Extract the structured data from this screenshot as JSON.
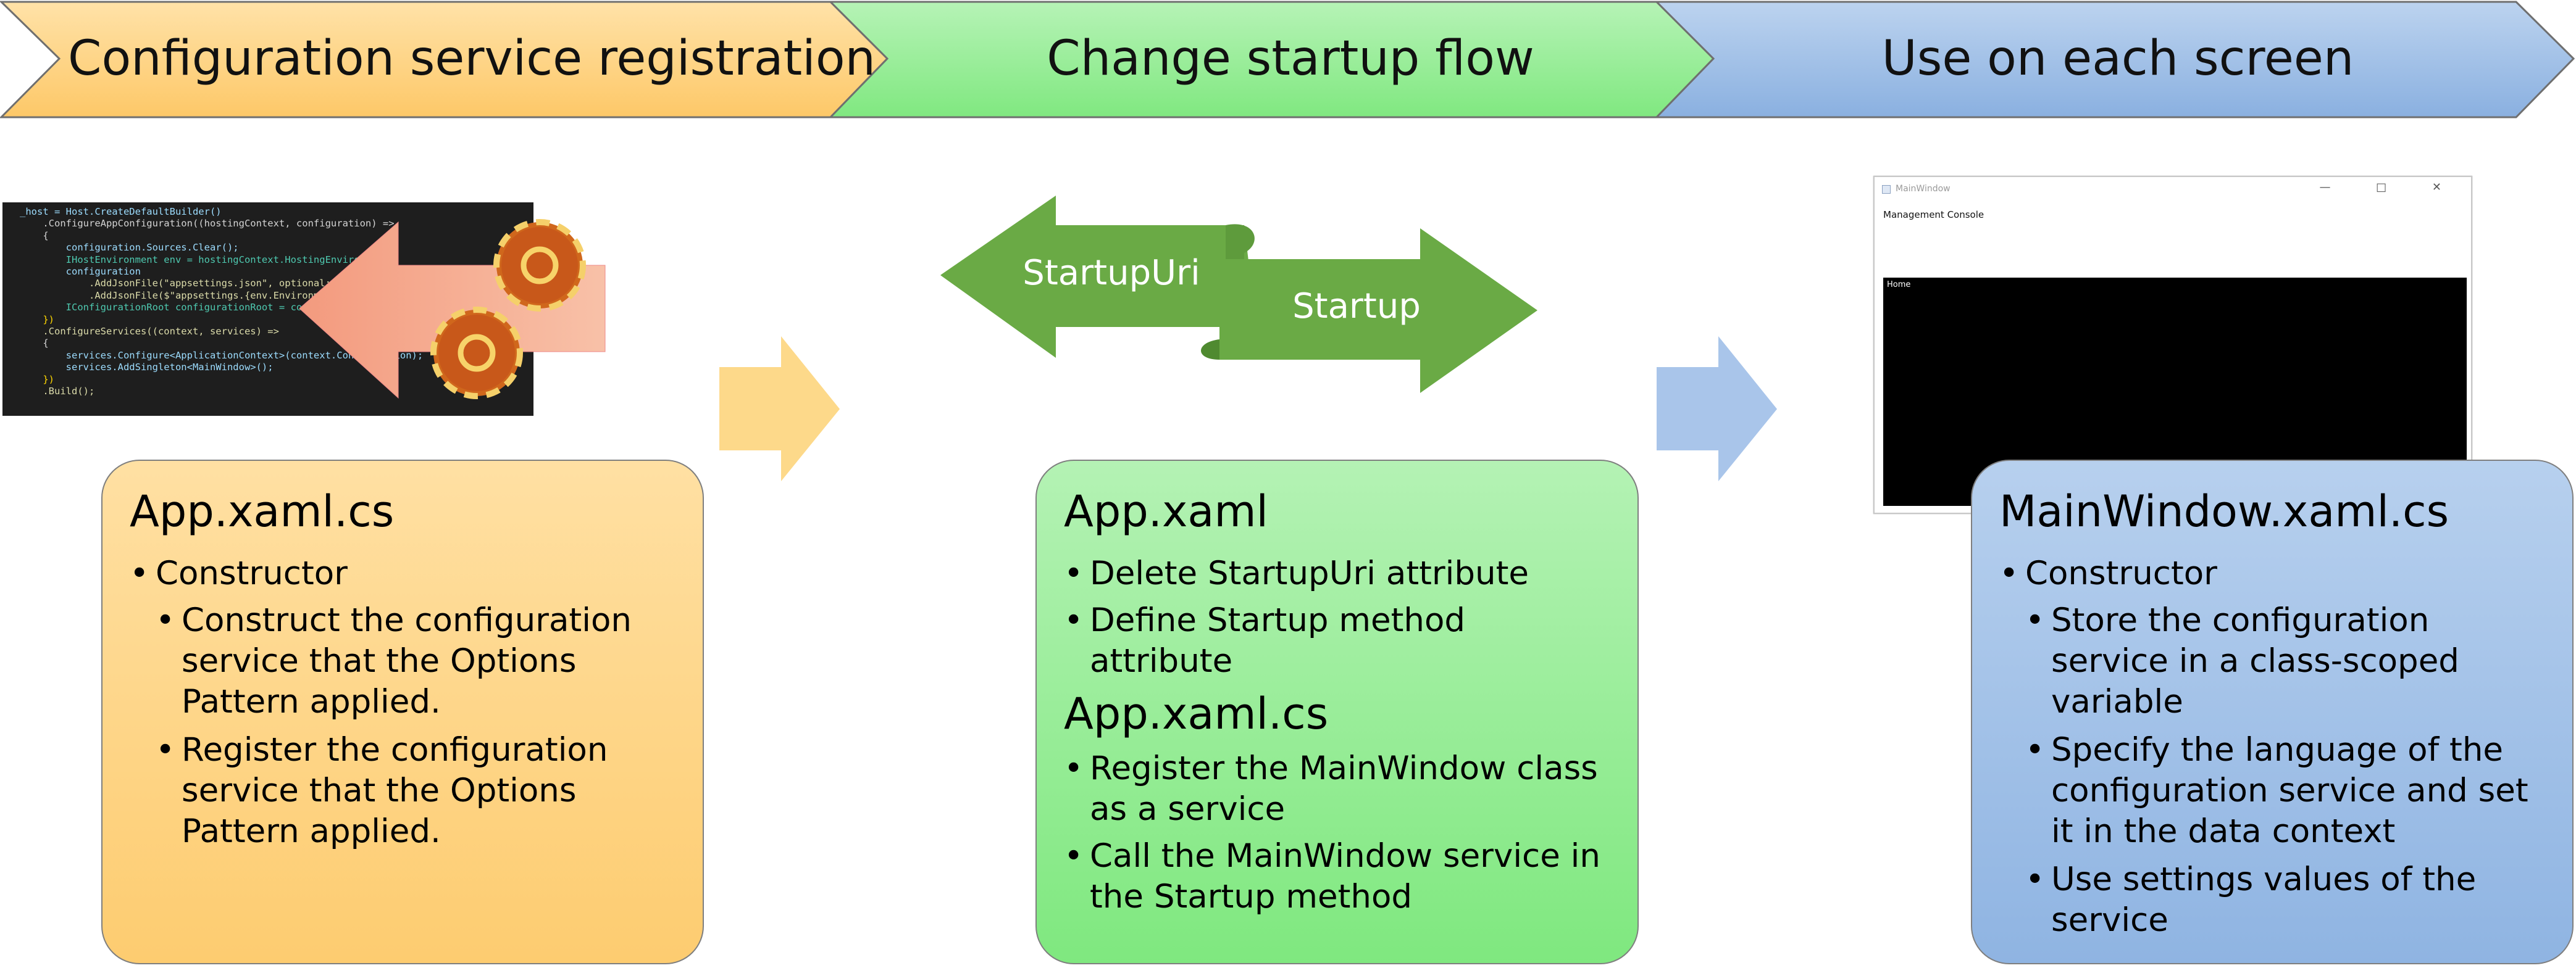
{
  "stages": [
    {
      "title": "Configuration service registration",
      "color": "#fdcd76"
    },
    {
      "title": "Change startup flow",
      "color": "#8eed8e"
    },
    {
      "title": "Use on each screen",
      "color": "#9dbde6"
    }
  ],
  "code_screenshot": {
    "lines": [
      "_host = Host.CreateDefaultBuilder()",
      "    .ConfigureAppConfiguration((hostingContext, configuration) =>",
      "    {",
      "        configuration.Sources.Clear();",
      "        IHostEnvironment env = hostingContext.HostingEnvironment;",
      "        configuration",
      "            .AddJsonFile(\"appsettings.json\", optional: true)",
      "            .AddJsonFile($\"appsettings.{env.EnvironmentName}.json\")",
      "        IConfigurationRoot configurationRoot = configuration.Build();",
      "    })",
      "    .ConfigureServices((context, services) =>",
      "    {",
      "        services.Configure<ApplicationContext>(context.Configuration);",
      "        services.AddSingleton<MainWindow>();",
      "    })",
      "    .Build();"
    ]
  },
  "startup_graphic": {
    "left_arrow_label": "StartupUri",
    "right_arrow_label": "Startup"
  },
  "window_screenshot": {
    "title": "MainWindow",
    "label": "Management Console",
    "tab": "Home",
    "controls": "— □ ✕"
  },
  "cards": {
    "left": {
      "heading": "App.xaml.cs",
      "item": "Constructor",
      "subitems": [
        "Construct the configuration service that the Options Pattern applied.",
        "Register  the configuration service that the Options Pattern applied."
      ]
    },
    "middle": {
      "heading1": "App.xaml",
      "items1": [
        "Delete StartupUri attribute",
        "Define Startup method attribute"
      ],
      "heading2": "App.xaml.cs",
      "items2": [
        "Register the MainWindow class as a service",
        "Call the MainWindow service in the Startup method"
      ]
    },
    "right": {
      "heading": "MainWindow.xaml.cs",
      "item": "Constructor",
      "subitems": [
        "Store the configuration service in a class-scoped variable",
        "Specify the language of the configuration service and set it in the data context",
        "Use settings values of the service"
      ]
    }
  }
}
